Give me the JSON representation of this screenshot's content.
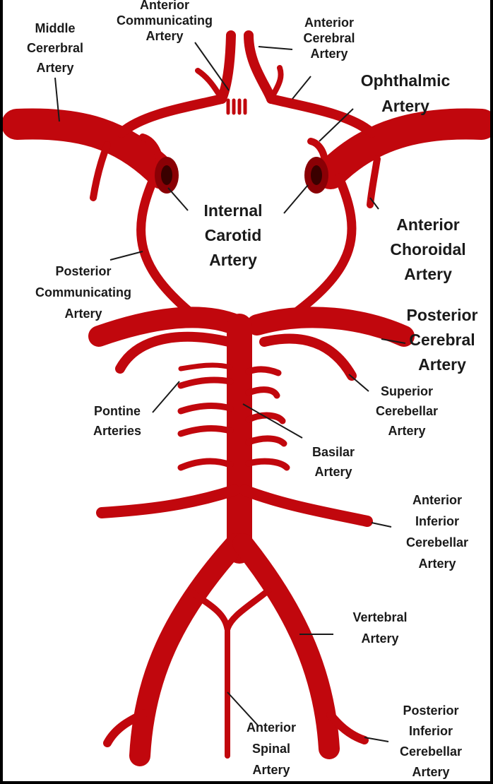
{
  "colors": {
    "artery": "#c1070d",
    "artery_dark": "#8a0005",
    "lumen": "#3a0000",
    "label": "#1a1a1a",
    "background": "#ffffff",
    "frame": "#000000"
  },
  "labels": {
    "anterior_communicating": [
      "Anterior",
      "Communicating",
      "Artery"
    ],
    "middle_cerebral": [
      "Middle",
      "Cererbral",
      "Artery"
    ],
    "anterior_cerebral": [
      "Anterior",
      "Cerebral",
      "Artery"
    ],
    "ophthalmic": [
      "Ophthalmic",
      "Artery"
    ],
    "internal_carotid": [
      "Internal",
      "Carotid",
      "Artery"
    ],
    "anterior_choroidal": [
      "Anterior",
      "Choroidal",
      "Artery"
    ],
    "posterior_communicating": [
      "Posterior",
      "Communicating",
      "Artery"
    ],
    "posterior_cerebral": [
      "Posterior",
      "Cerebral",
      "Artery"
    ],
    "pontine": [
      "Pontine",
      "Arteries"
    ],
    "superior_cerebellar": [
      "Superior",
      "Cerebellar",
      "Artery"
    ],
    "basilar": [
      "Basilar",
      "Artery"
    ],
    "anterior_inferior_cerebellar": [
      "Anterior",
      "Inferior",
      "Cerebellar",
      "Artery"
    ],
    "vertebral": [
      "Vertebral",
      "Artery"
    ],
    "anterior_spinal": [
      "Anterior",
      "Spinal",
      "Artery"
    ],
    "posterior_inferior_cerebellar": [
      "Posterior",
      "Inferior",
      "Cerebellar",
      "Artery"
    ]
  }
}
